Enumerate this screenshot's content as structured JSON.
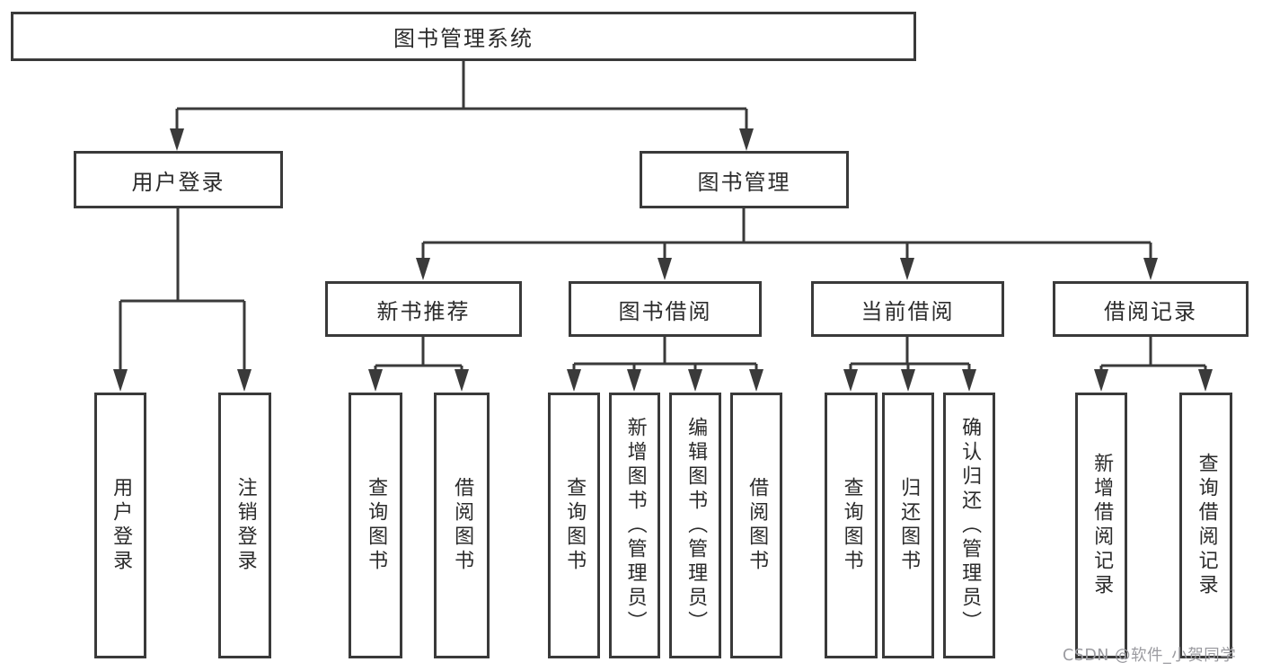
{
  "diagram": {
    "root": {
      "label": "图书管理系统"
    },
    "level2": [
      {
        "label": "用户登录"
      },
      {
        "label": "图书管理"
      }
    ],
    "level3": [
      {
        "label": "新书推荐"
      },
      {
        "label": "图书借阅"
      },
      {
        "label": "当前借阅"
      },
      {
        "label": "借阅记录"
      }
    ],
    "leaves": {
      "user_login": [
        "用户登录",
        "注销登录"
      ],
      "new_books": [
        "查询图书",
        "借阅图书"
      ],
      "book_borrow": [
        "查询图书",
        "新增图书（管理员）",
        "编辑图书（管理员）",
        "借阅图书"
      ],
      "current_borrow": [
        "查询图书",
        "归还图书",
        "确认归还（管理员）"
      ],
      "borrow_records": [
        "新增借阅记录",
        "查询借阅记录"
      ]
    }
  },
  "watermark": {
    "text": "CSDN @软件_小贺同学"
  },
  "colors": {
    "line": "#3a3a3a",
    "text": "#2b2b2b",
    "background": "#ffffff",
    "watermark": "#9b9ba0"
  }
}
